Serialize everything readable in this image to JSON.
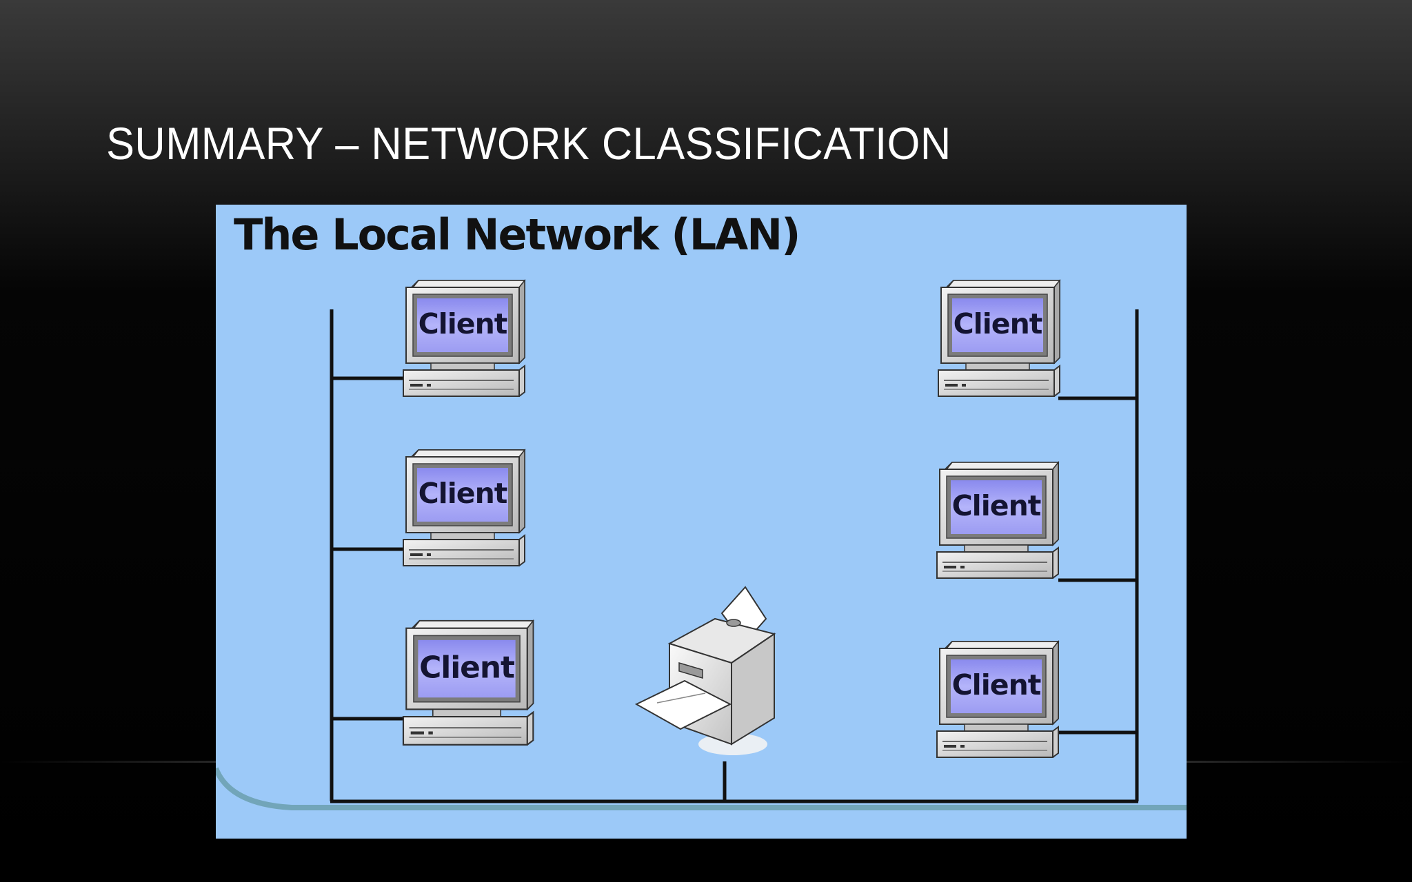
{
  "slide": {
    "title": "SUMMARY – NETWORK CLASSIFICATION"
  },
  "diagram": {
    "title": "The Local Network (LAN)",
    "nodes": [
      {
        "type": "computer",
        "label": "Client",
        "side": "left",
        "row": 1
      },
      {
        "type": "computer",
        "label": "Client",
        "side": "left",
        "row": 2
      },
      {
        "type": "computer",
        "label": "Client",
        "side": "left",
        "row": 3
      },
      {
        "type": "computer",
        "label": "Client",
        "side": "right",
        "row": 1
      },
      {
        "type": "computer",
        "label": "Client",
        "side": "right",
        "row": 2
      },
      {
        "type": "computer",
        "label": "Client",
        "side": "right",
        "row": 3
      },
      {
        "type": "printer",
        "label": "",
        "side": "bottom-center"
      }
    ],
    "colors": {
      "background": "#9cc9f8",
      "screen": "#a8a8f4",
      "wire": "#111111"
    }
  }
}
